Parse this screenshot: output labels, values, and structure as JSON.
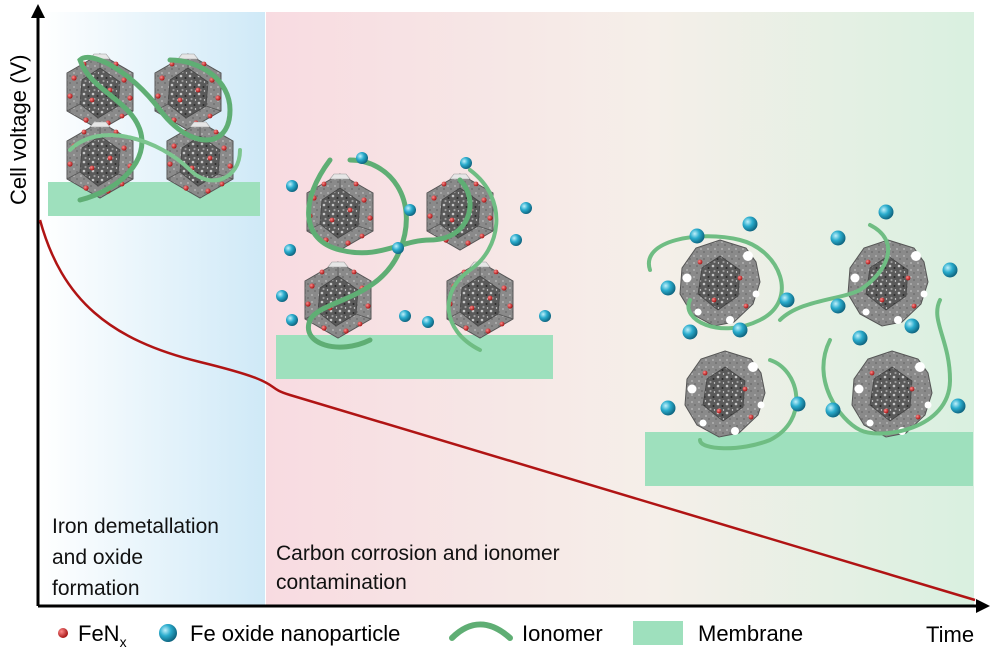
{
  "axes": {
    "y_label": "Cell voltage (V)",
    "x_label": "Time"
  },
  "phases": [
    {
      "lines": [
        "Iron demetallation",
        "and oxide",
        "formation"
      ]
    },
    {
      "lines": [
        "Carbon corrosion and ionomer",
        "contamination"
      ]
    }
  ],
  "legend": {
    "fenx_main": "FeN",
    "fenx_sub": "x",
    "fe_oxide": "Fe oxide nanoparticle",
    "ionomer": "Ionomer",
    "membrane": "Membrane"
  },
  "colors": {
    "curve": "#b01414",
    "membrane": "#9ee0bd",
    "ionomer": "#5fae74",
    "fenx": "#d11a1a",
    "fe_oxide": "#1b9bbd",
    "carbon": "#7a7a7a",
    "phase1_bg": "#cfe9f7",
    "phase2_bg": "#f8dbe1",
    "phase3_bg": "#d9f0e0"
  }
}
